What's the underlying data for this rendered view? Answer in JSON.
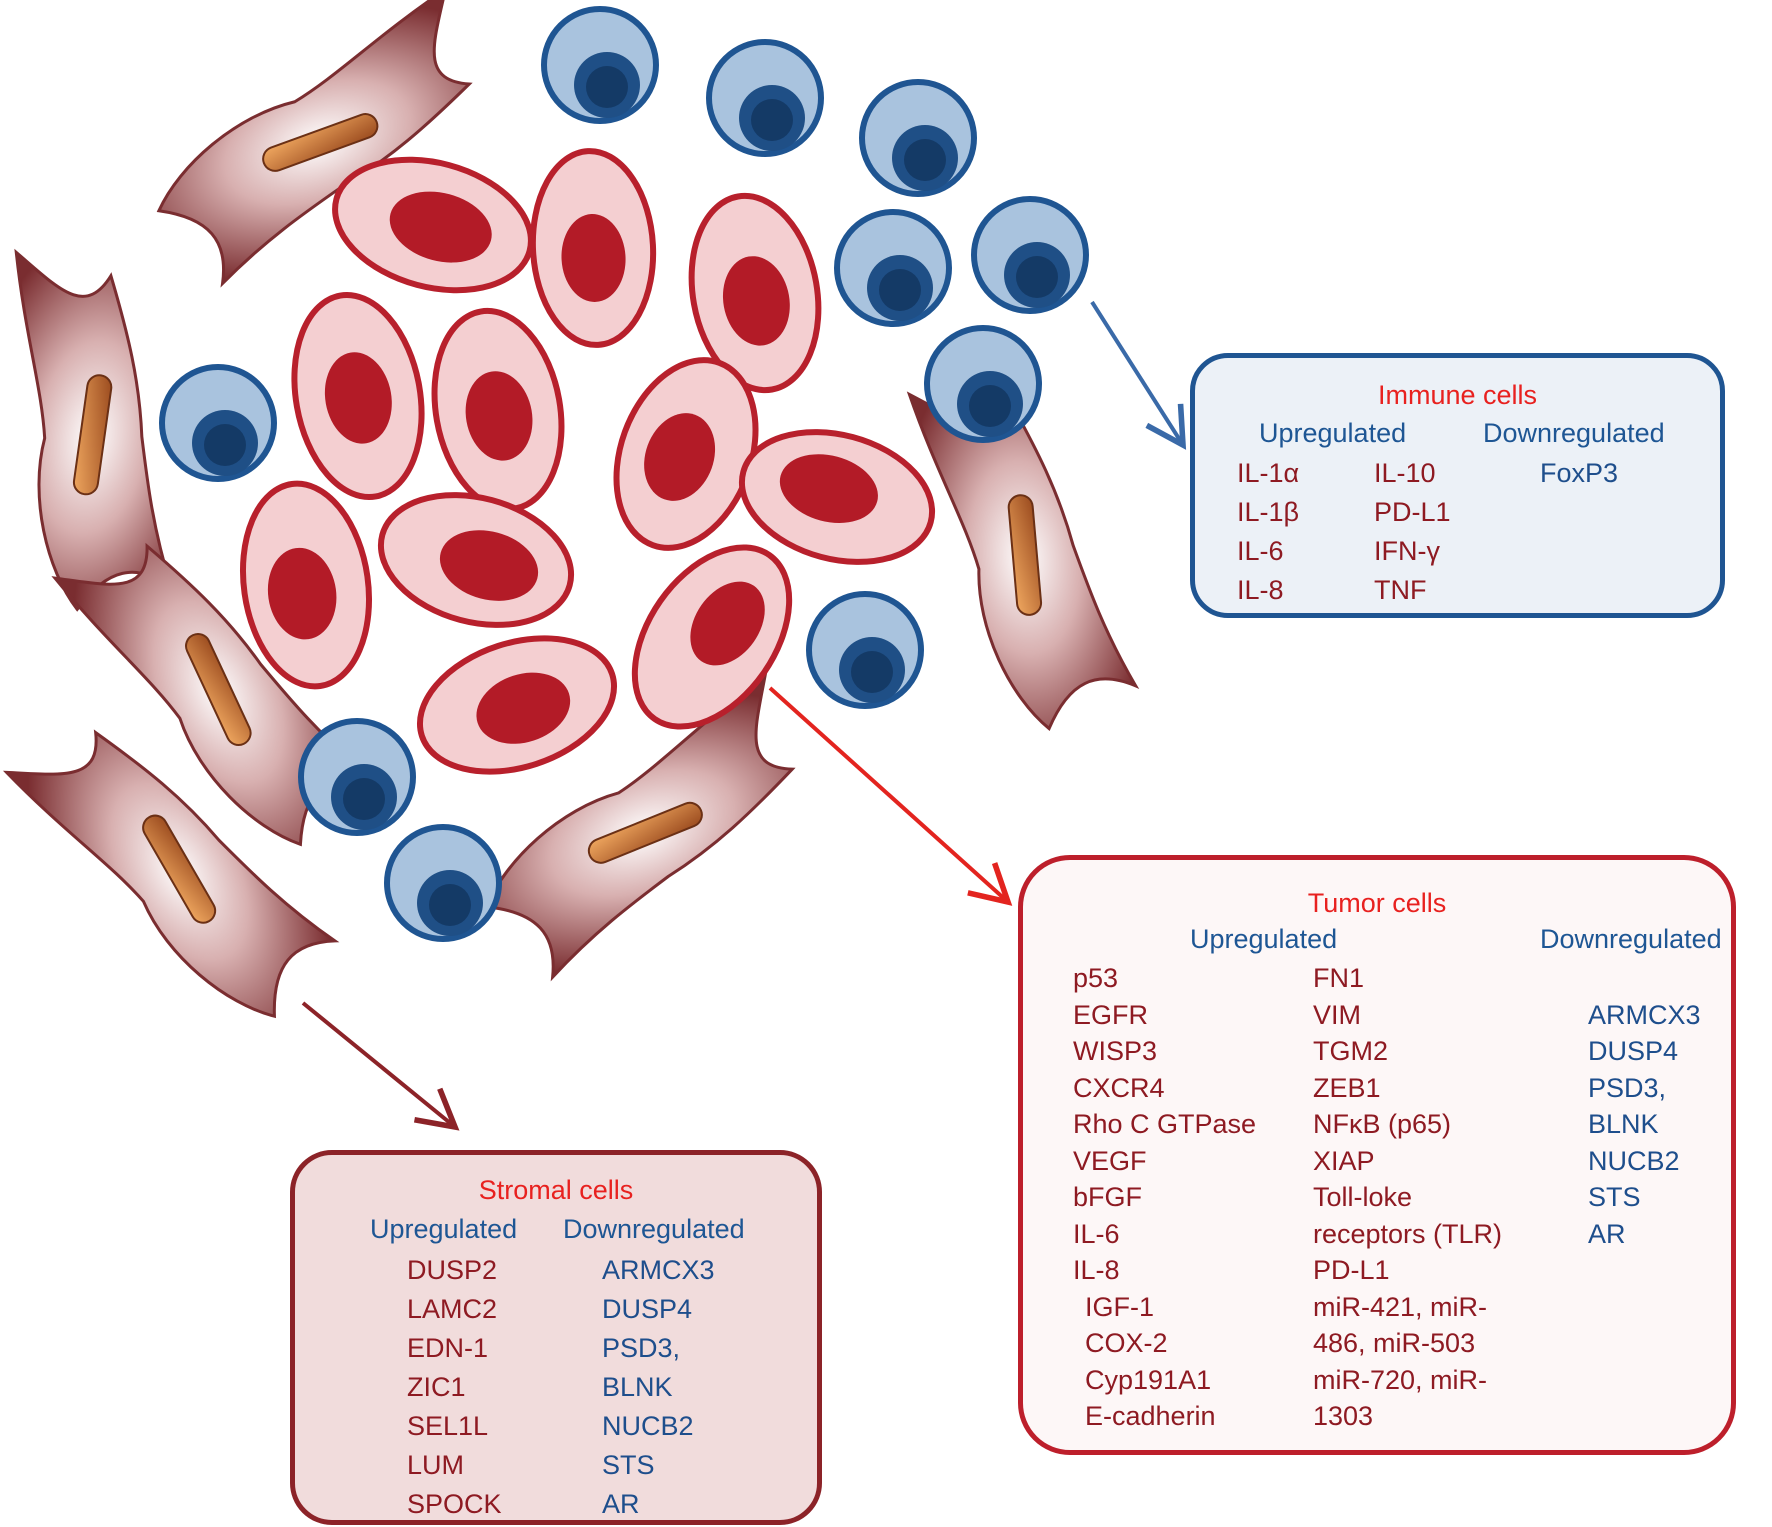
{
  "colors": {
    "immune_accent": "#1f5592",
    "tumor_accent": "#bd1f2b",
    "stromal_accent": "#8c2328",
    "title_red": "#e8211f",
    "header_blue": "#1e5694",
    "gene_red": "#8e1a22",
    "gene_blue": "#1e4e8c"
  },
  "immune": {
    "title": "Immune cells",
    "up_header": "Upregulated",
    "down_header": "Downregulated",
    "up_col1": [
      "IL-1α",
      "IL-1β",
      "IL-6",
      "IL-8"
    ],
    "up_col2": [
      "IL-10",
      "PD-L1",
      "IFN-γ",
      "TNF"
    ],
    "down": [
      "FoxP3"
    ]
  },
  "tumor": {
    "title": "Tumor cells",
    "up_header": "Upregulated",
    "down_header": "Downregulated",
    "up_col1": [
      "p53",
      "EGFR",
      "WISP3",
      "CXCR4",
      "Rho C GTPase",
      "VEGF",
      "bFGF",
      "IL-6",
      "IL-8",
      "IGF-1",
      "COX-2",
      "Cyp191A1",
      "E-cadherin"
    ],
    "up_col2": [
      "FN1",
      "VIM",
      "TGM2",
      "ZEB1",
      "NFκB (p65)",
      "XIAP",
      "Toll-loke",
      "receptors (TLR)",
      "PD-L1",
      "miR-421, miR-",
      "486, miR-503",
      "miR-720, miR-",
      "1303"
    ],
    "down": [
      "ARMCX3",
      "DUSP4",
      "PSD3,",
      "BLNK",
      "NUCB2",
      "STS",
      "AR"
    ]
  },
  "stromal": {
    "title": "Stromal cells",
    "up_header": "Upregulated",
    "down_header": "Downregulated",
    "up": [
      "DUSP2",
      "LAMC2",
      "EDN-1",
      "ZIC1",
      "SEL1L",
      "LUM",
      "SPOCK"
    ],
    "down": [
      "ARMCX3",
      "DUSP4",
      "PSD3,",
      "BLNK",
      "NUCB2",
      "STS",
      "AR"
    ]
  }
}
